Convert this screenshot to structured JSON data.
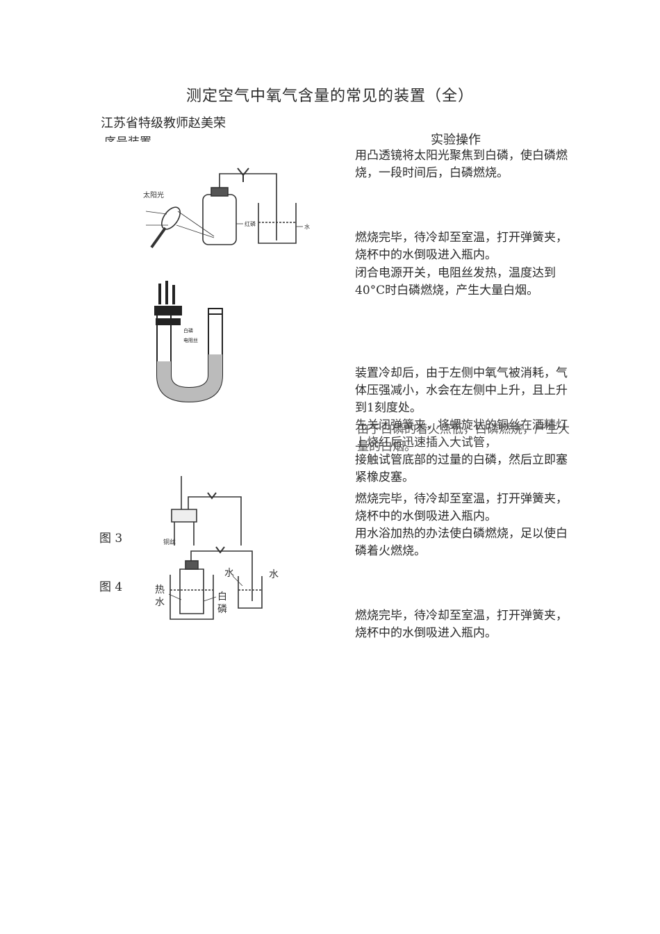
{
  "doc": {
    "title": "测定空气中氧气含量的常见的装置（全）",
    "author": "江苏省特级教师赵美荣",
    "col_left": "序号装置",
    "col_right": "实验操作"
  },
  "paragraphs": {
    "p1": "用凸透镜将太阳光聚焦到白磷，使白磷燃烧，一段时间后，白磷燃烧。",
    "p2": "燃烧完毕，待冷却至室温，打开弹簧夹，烧杯中的水倒吸进入瓶内。",
    "p3": "闭合电源开关，电阻丝发热，温度达到40°C时白磷燃烧，产生大量白烟。",
    "p4": "装置冷却后，由于左侧中氧气被消耗，气体压强减小，水会在左侧中上升，且上升到1刻度处。",
    "p5a": "先关闭弹簧夹，将螺旋状的铜丝在酒精灯上烧红后迅速插入大试管，",
    "p5b": "由于白磷的着火点低，白磷燃烧，产生大量的白烟。",
    "p6": "接触试管底部的过量的白磷，然后立即塞紧橡皮塞。",
    "p7": "燃烧完毕，待冷却至室温，打开弹簧夹，烧杯中的水倒吸进入瓶内。",
    "p8": "用水浴加热的办法使白磷燃烧，足以使白磷着火燃烧。",
    "p9": "燃烧完毕，待冷却至室温，打开弹簧夹，烧杯中的水倒吸进入瓶内。"
  },
  "figures": {
    "fig3_label": "图 3",
    "fig4_label": "图 4",
    "fig1_sun": "太阳光",
    "fig1_phosphorus": "红磷",
    "fig1_water": "水",
    "fig2_label1": "白磷",
    "fig2_label2": "电阻丝",
    "fig3_copper": "铜丝",
    "fig4_hot": "热",
    "fig4_water": "水",
    "fig4_white": "白",
    "fig4_phos": "磷",
    "fig4_water2": "水",
    "fig4_water3": "水"
  }
}
